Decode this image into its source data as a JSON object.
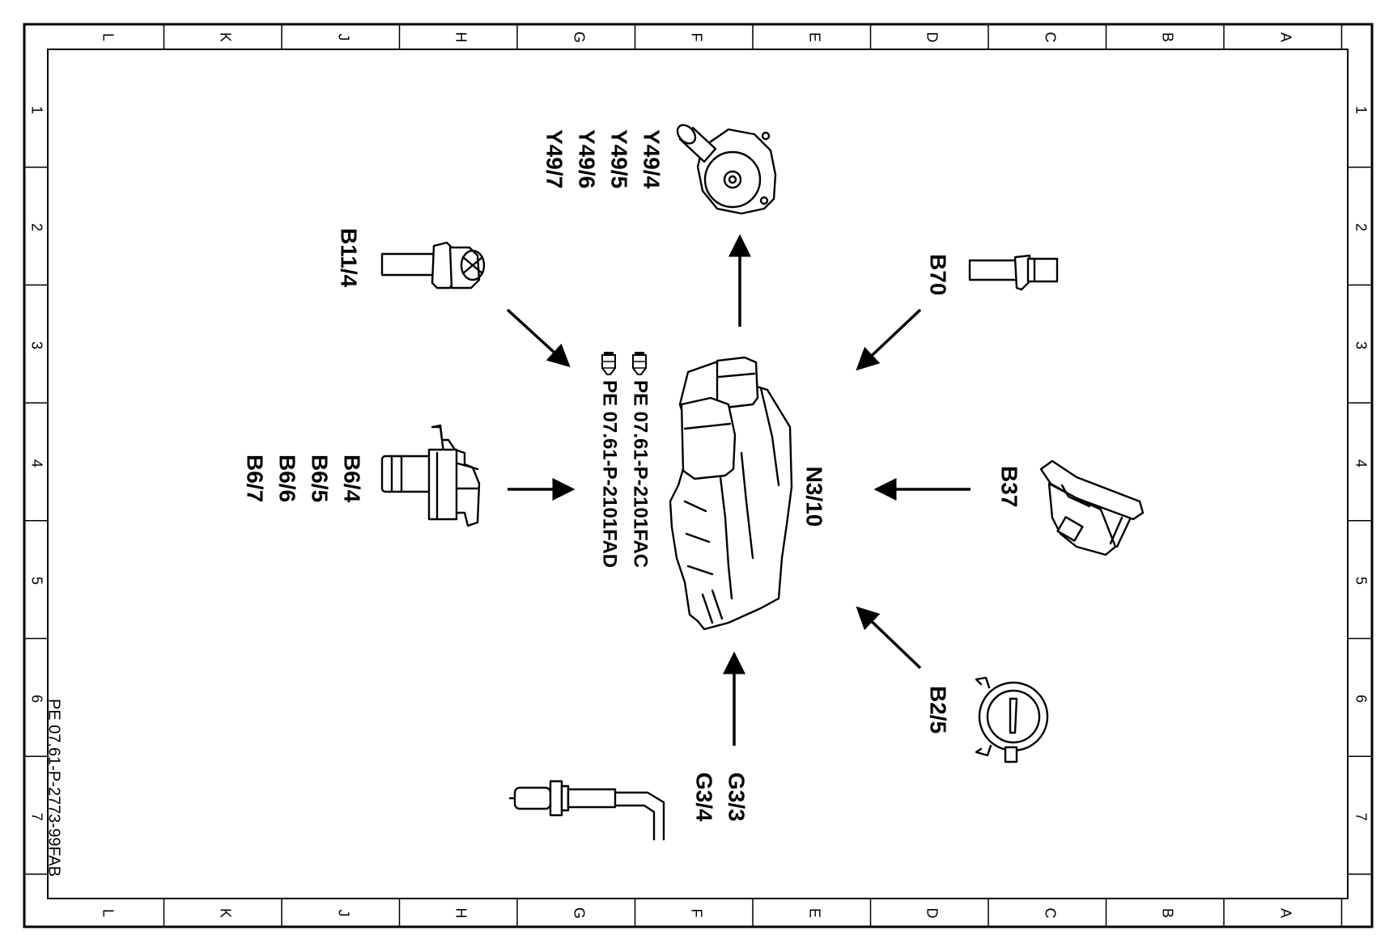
{
  "grid": {
    "columns": [
      "L",
      "K",
      "J",
      "H",
      "G",
      "F",
      "E",
      "D",
      "C",
      "B",
      "A"
    ],
    "rows": [
      "1",
      "2",
      "3",
      "4",
      "5",
      "6",
      "7"
    ]
  },
  "document_id": "PE 07.61-P-2773-99FAB",
  "references": [
    "PE 07.61-P-2101FAC",
    "PE 07.61-P-2101FAD"
  ],
  "components": {
    "control_unit": "N3/10",
    "actuator_top": [
      "Y49/4",
      "Y49/5",
      "Y49/6",
      "Y49/7"
    ],
    "sensor_b11": "B11/4",
    "sensor_b6": [
      "B6/4",
      "B6/5",
      "B6/6",
      "B6/7"
    ],
    "sensor_b70": "B70",
    "sensor_b37": "B37",
    "sensor_b2": "B2/5",
    "sensor_g3": [
      "G3/3",
      "G3/4"
    ]
  },
  "icons": {
    "reference": "pointing-hand-icon"
  }
}
